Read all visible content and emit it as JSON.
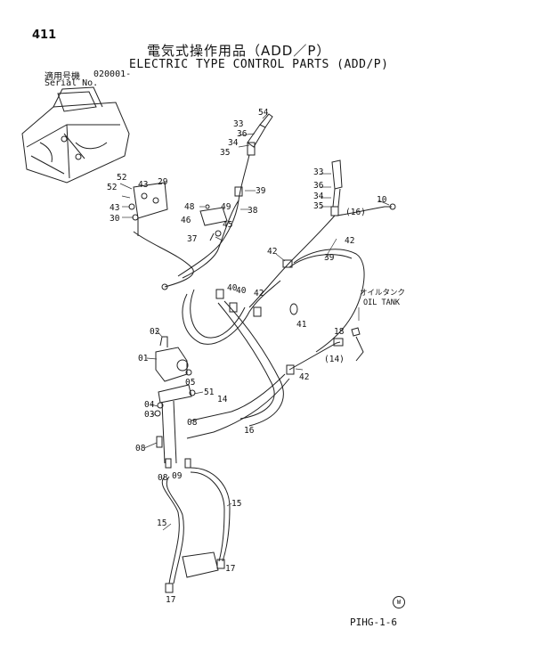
{
  "page_number": "411",
  "title_jp": "電気式操作用品（ADD／P）",
  "title_en": "ELECTRIC TYPE CONTROL PARTS (ADD/P)",
  "serial_label_jp": "適用号機",
  "serial_value": "020001-",
  "serial_label_en": "Serial No.",
  "oil_tank_jp": "オイルタンク",
  "oil_tank_en": "OIL TANK",
  "footer_code": "PIHG-1-6",
  "circled_mark": "W",
  "callouts": [
    "54",
    "33",
    "36",
    "34",
    "35",
    "39",
    "38",
    "33",
    "36",
    "34",
    "35",
    "10",
    "(16)",
    "52",
    "43",
    "29",
    "52",
    "43",
    "30",
    "48",
    "49",
    "46",
    "45",
    "37",
    "42",
    "42",
    "39",
    "40",
    "40",
    "42",
    "41",
    "18",
    "(14)",
    "02",
    "01",
    "05",
    "51",
    "14",
    "04",
    "03",
    "08",
    "16",
    "08",
    "08",
    "09",
    "15",
    "15",
    "17",
    "17",
    "42"
  ]
}
